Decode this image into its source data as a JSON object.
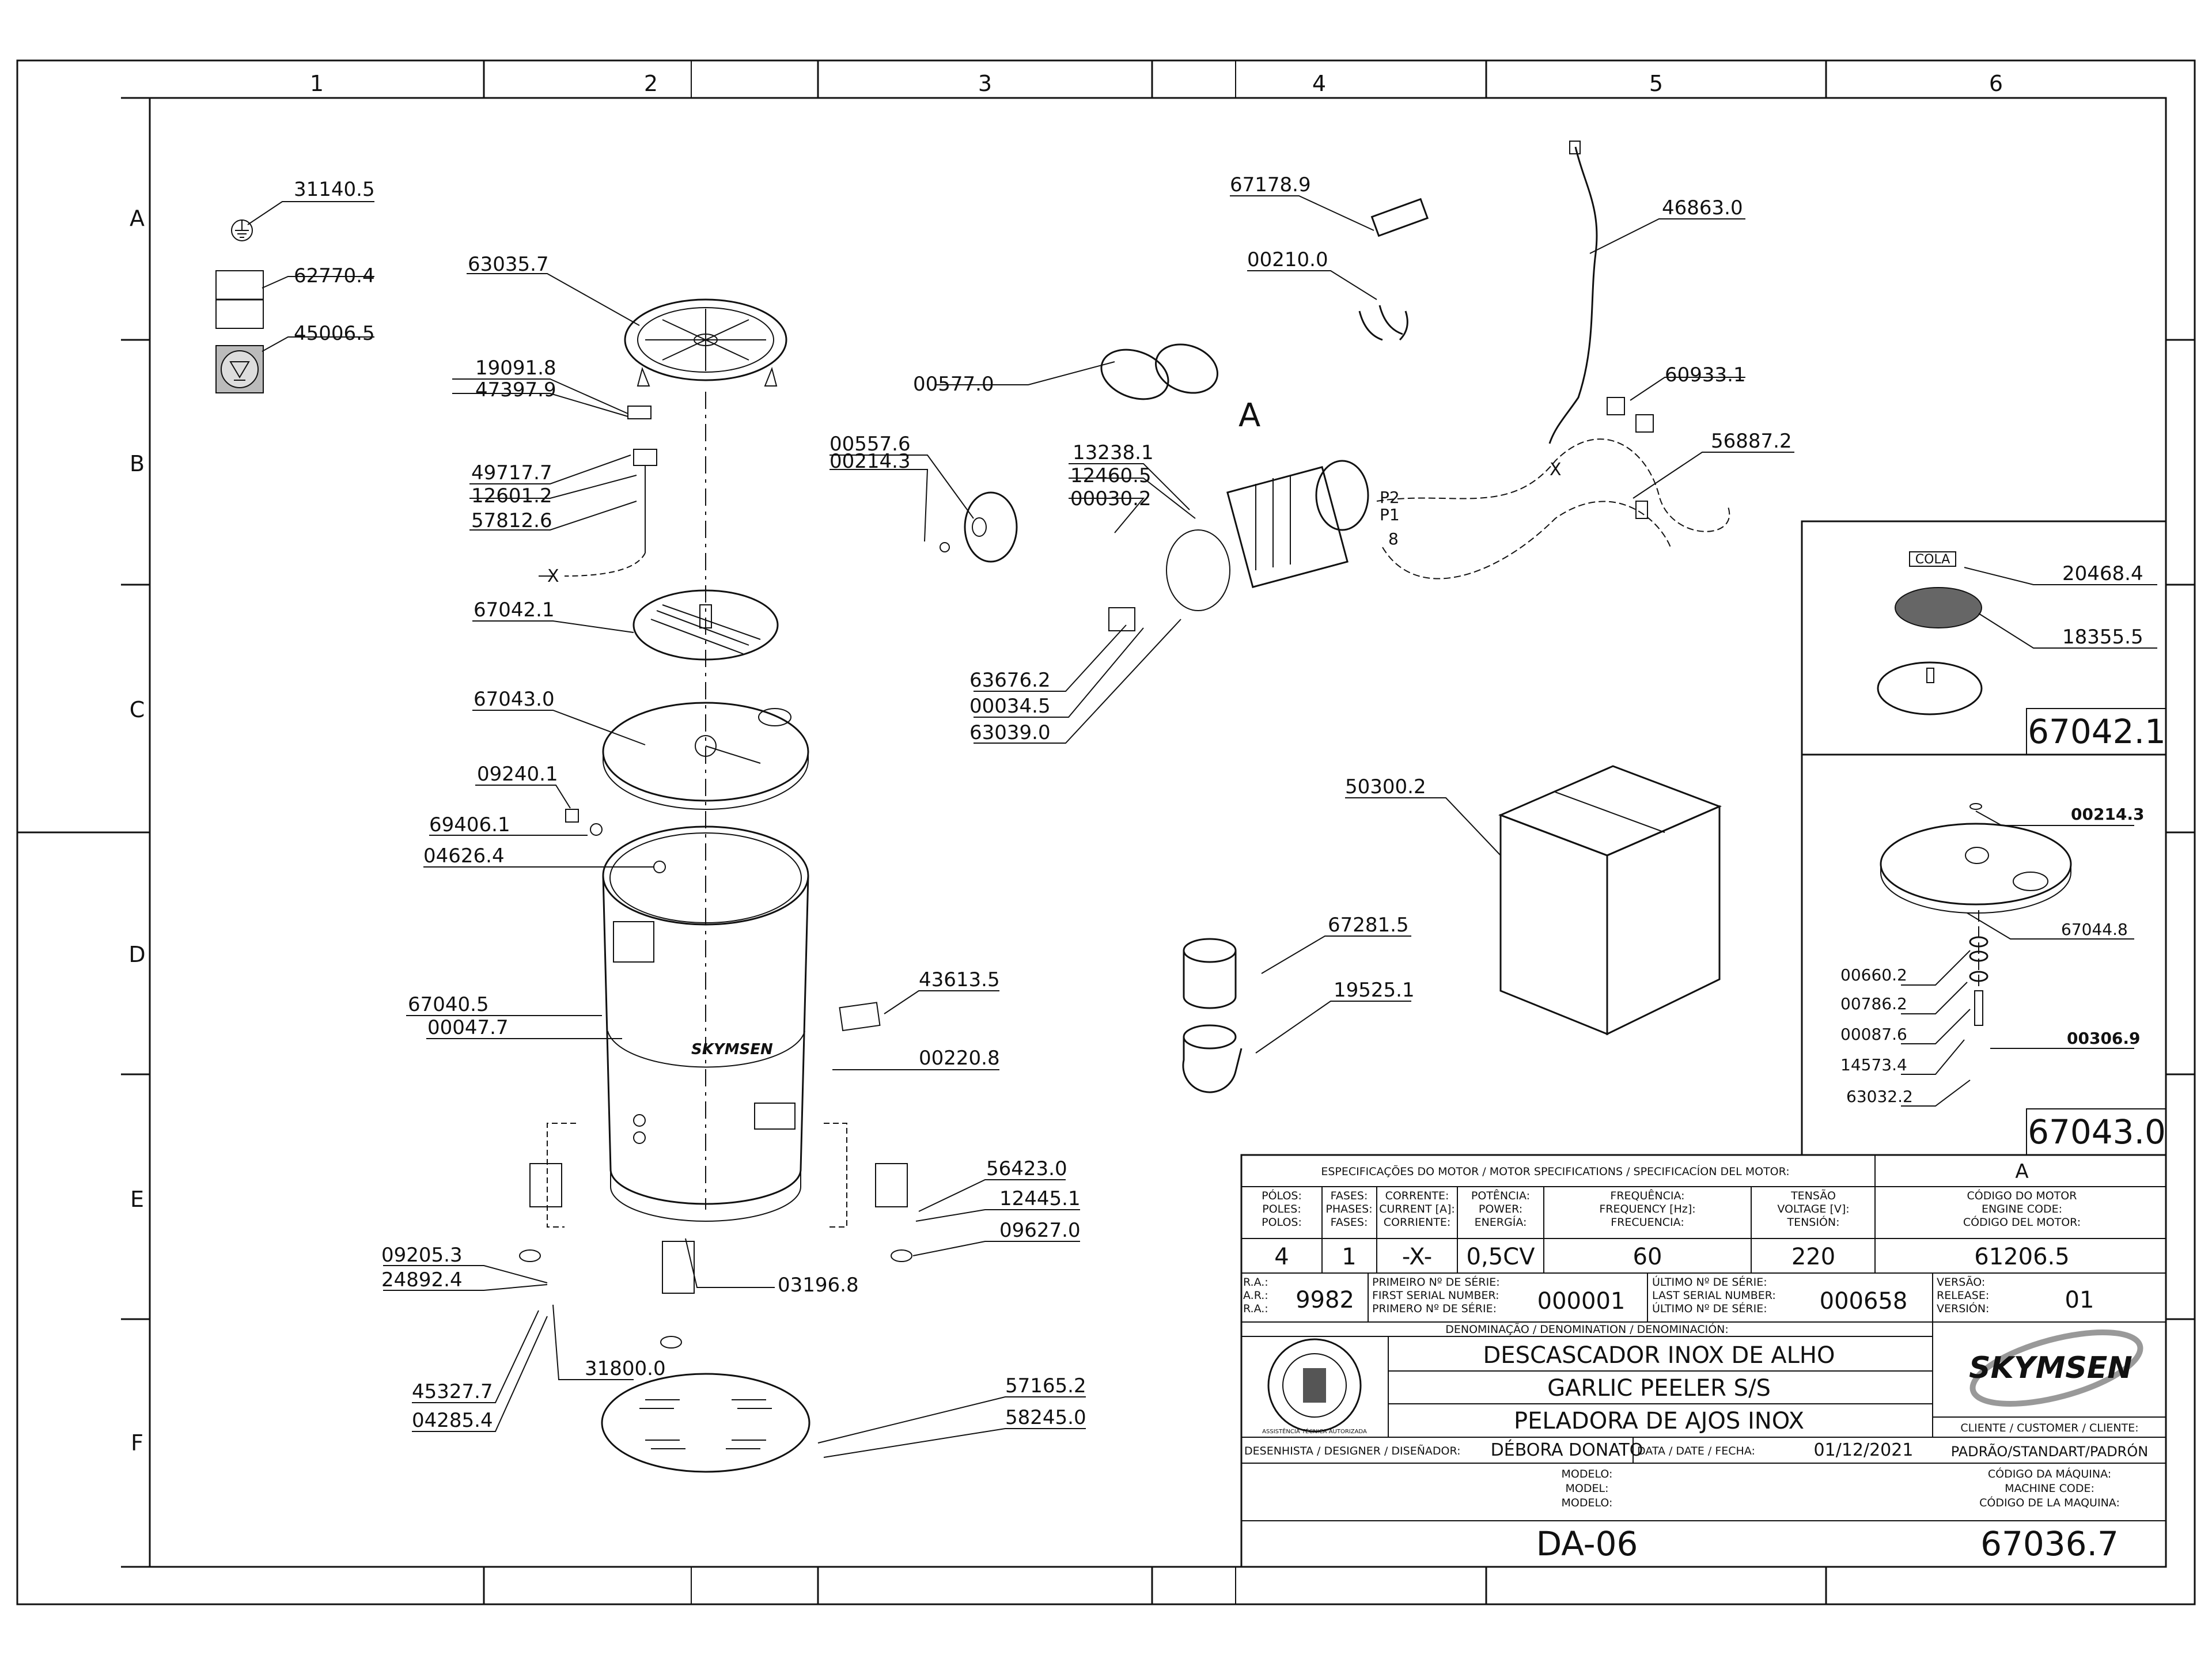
{
  "grid": {
    "columns": [
      "1",
      "2",
      "3",
      "4",
      "5",
      "6"
    ],
    "rows": [
      "A",
      "B",
      "C",
      "D",
      "E",
      "F"
    ]
  },
  "labels": [
    {
      "id": "l31140",
      "text": "31140.5"
    },
    {
      "id": "l62770",
      "text": "62770.4"
    },
    {
      "id": "l45006",
      "text": "45006.5"
    },
    {
      "id": "l63035",
      "text": "63035.7"
    },
    {
      "id": "l19091",
      "text": "19091.8"
    },
    {
      "id": "l47397",
      "text": "47397.9"
    },
    {
      "id": "l49717",
      "text": "49717.7"
    },
    {
      "id": "l12601",
      "text": "12601.2"
    },
    {
      "id": "l57812",
      "text": "57812.6"
    },
    {
      "id": "l67042",
      "text": "67042.1"
    },
    {
      "id": "l67043",
      "text": "67043.0"
    },
    {
      "id": "l09240",
      "text": "09240.1"
    },
    {
      "id": "l69406",
      "text": "69406.1"
    },
    {
      "id": "l04626",
      "text": "04626.4"
    },
    {
      "id": "l67040",
      "text": "67040.5"
    },
    {
      "id": "l00047",
      "text": "00047.7"
    },
    {
      "id": "l43613",
      "text": "43613.5"
    },
    {
      "id": "l00220",
      "text": "00220.8"
    },
    {
      "id": "l56423",
      "text": "56423.0"
    },
    {
      "id": "l12445",
      "text": "12445.1"
    },
    {
      "id": "l09627",
      "text": "09627.0"
    },
    {
      "id": "l09205",
      "text": "09205.3"
    },
    {
      "id": "l24892",
      "text": "24892.4"
    },
    {
      "id": "l03196",
      "text": "03196.8"
    },
    {
      "id": "l31800",
      "text": "31800.0"
    },
    {
      "id": "l45327",
      "text": "45327.7"
    },
    {
      "id": "l04285",
      "text": "04285.4"
    },
    {
      "id": "l57165",
      "text": "57165.2"
    },
    {
      "id": "l58245",
      "text": "58245.0"
    },
    {
      "id": "l67178",
      "text": "67178.9"
    },
    {
      "id": "l00210",
      "text": "00210.0"
    },
    {
      "id": "l46863",
      "text": "46863.0"
    },
    {
      "id": "l00577",
      "text": "00577.0"
    },
    {
      "id": "l60933",
      "text": "60933.1"
    },
    {
      "id": "l56887",
      "text": "56887.2"
    },
    {
      "id": "l00557",
      "text": "00557.6"
    },
    {
      "id": "l00214a",
      "text": "00214.3"
    },
    {
      "id": "l13238",
      "text": "13238.1"
    },
    {
      "id": "l12460",
      "text": "12460.5"
    },
    {
      "id": "l00030",
      "text": "00030.2"
    },
    {
      "id": "l63676",
      "text": "63676.2"
    },
    {
      "id": "l00034",
      "text": "00034.5"
    },
    {
      "id": "l63039",
      "text": "63039.0"
    },
    {
      "id": "l50300",
      "text": "50300.2"
    },
    {
      "id": "l67281",
      "text": "67281.5"
    },
    {
      "id": "l19525",
      "text": "19525.1"
    },
    {
      "id": "l20468",
      "text": "20468.4"
    },
    {
      "id": "l18355",
      "text": "18355.5"
    },
    {
      "id": "l00214b",
      "text": "00214.3"
    },
    {
      "id": "l67044",
      "text": "67044.8"
    },
    {
      "id": "l00660",
      "text": "00660.2"
    },
    {
      "id": "l00786",
      "text": "00786.2"
    },
    {
      "id": "l00087",
      "text": "00087.6"
    },
    {
      "id": "l00306",
      "text": "00306.9"
    },
    {
      "id": "l14573",
      "text": "14573.4"
    },
    {
      "id": "l63032",
      "text": "63032.2"
    }
  ],
  "annotations": {
    "detail_a_letter": "A",
    "x_marker": "X",
    "p2": "P2",
    "p1": "P1",
    "eight": "8",
    "cola": "COLA",
    "brand_on_body": "SKYMSEN",
    "detail_box_1": "67042.1",
    "detail_box_2": "67043.0"
  },
  "title_block": {
    "spec_heading": "ESPECIFICAÇÕES DO MOTOR / MOTOR SPECIFICATIONS / SPECIFICACÍON DEL MOTOR:",
    "detail_letter": "A",
    "headers": {
      "poles": [
        "PÓLOS:",
        "POLES:",
        "POLOS:"
      ],
      "phases": [
        "FASES:",
        "PHASES:",
        "FASES:"
      ],
      "current": [
        "CORRENTE:",
        "CURRENT [A]:",
        "CORRIENTE:"
      ],
      "power": [
        "POTÊNCIA:",
        "POWER:",
        "ENERGÍA:"
      ],
      "frequency": [
        "FREQUÊNCIA:",
        "FREQUENCY [Hz]:",
        "FRECUENCIA:"
      ],
      "voltage": [
        "TENSÃO",
        "VOLTAGE [V]:",
        "TENSIÓN:"
      ],
      "engine_code": [
        "CÓDIGO DO MOTOR",
        "ENGINE CODE:",
        "CÓDIGO DEL MOTOR:"
      ]
    },
    "values": {
      "poles": "4",
      "phases": "1",
      "current": "-X-",
      "power": "0,5CV",
      "frequency": "60",
      "voltage": "220",
      "engine_code": "61206.5"
    },
    "ra_labels": [
      "R.A.:",
      "A.R.:",
      "R.A.:"
    ],
    "ra_value": "9982",
    "first_serial_labels": [
      "PRIMEIRO Nº DE SÉRIE:",
      "FIRST SERIAL NUMBER:",
      "PRIMERO Nº DE SÉRIE:"
    ],
    "first_serial": "000001",
    "last_serial_labels": [
      "ÚLTIMO Nº DE SÉRIE:",
      "LAST SERIAL NUMBER:",
      "ÚLTIMO Nº DE SÉRIE:"
    ],
    "last_serial": "000658",
    "version_labels": [
      "VERSÃO:",
      "RELEASE:",
      "VERSIÓN:"
    ],
    "version": "01",
    "denomination_heading": "DENOMINAÇÃO / DENOMINATION / DENOMINACIÓN:",
    "title_pt": "DESCASCADOR INOX DE ALHO",
    "title_en": "GARLIC PEELER S/S",
    "title_es": "PELADORA DE AJOS INOX",
    "brand": "SKYMSEN",
    "seal_text": "ASSISTÊNCIA TÉCNICA AUTORIZADA",
    "client_heading": "CLIENTE / CUSTOMER / CLIENTE:",
    "client": "PADRÃO/STANDART/PADRÓN",
    "designer_label": "DESENHISTA / DESIGNER / DISEÑADOR:",
    "designer": "DÉBORA DONATO",
    "date_label": "DATA / DATE / FECHA:",
    "date": "01/12/2021",
    "model_labels": [
      "MODELO:",
      "MODEL:",
      "MODELO:"
    ],
    "model": "DA-06",
    "machine_code_labels": [
      "CÓDIGO DA MÁQUINA:",
      "MACHINE CODE:",
      "CÓDIGO DE LA MAQUINA:"
    ],
    "machine_code": "67036.7"
  }
}
